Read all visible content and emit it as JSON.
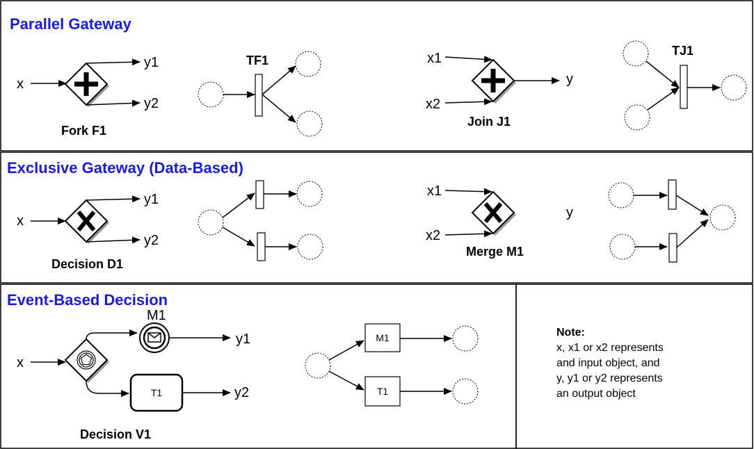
{
  "sections": {
    "parallel": {
      "title": "Parallel Gateway",
      "fork": {
        "caption": "Fork F1",
        "input": "x",
        "out1": "y1",
        "out2": "y2"
      },
      "fork_net_label": "TF1",
      "join": {
        "caption": "Join J1",
        "in1": "x1",
        "in2": "x2",
        "output": "y"
      },
      "join_net_label": "TJ1"
    },
    "exclusive": {
      "title": "Exclusive Gateway (Data-Based)",
      "decision": {
        "caption": "Decision D1",
        "input": "x",
        "out1": "y1",
        "out2": "y2"
      },
      "merge": {
        "caption": "Merge M1",
        "in1": "x1",
        "in2": "x2",
        "output": "y"
      }
    },
    "event": {
      "title": "Event-Based Decision",
      "decision": {
        "caption": "Decision V1",
        "input": "x",
        "out1": "y1",
        "out2": "y2",
        "event_label": "M1",
        "task_label": "T1"
      },
      "net": {
        "trans1": "M1",
        "trans2": "T1"
      }
    }
  },
  "note": {
    "title": "Note:",
    "lines": [
      "x, x1 or x2 represents",
      "and input object, and",
      "y, y1 or y2 represents",
      "an output object"
    ]
  },
  "colors": {
    "title": "#1a1adf",
    "line": "#000000",
    "shadow": "#9a9a9a"
  },
  "icons": {
    "parallel_gateway": "plus-diamond-icon",
    "exclusive_gateway": "x-diamond-icon",
    "event_gateway": "pentagon-diamond-icon",
    "message_event": "envelope-icon"
  }
}
